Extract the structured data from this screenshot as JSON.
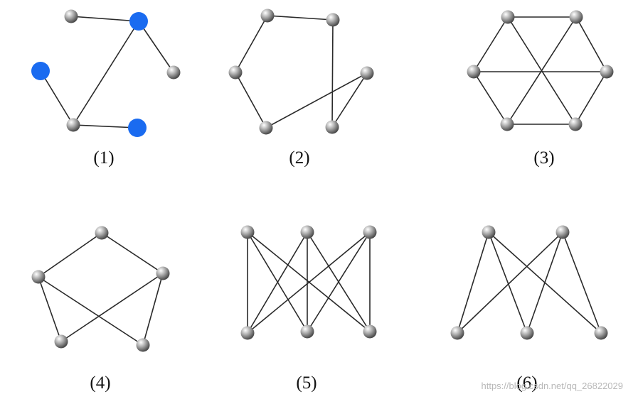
{
  "figure": {
    "graphs": [
      {
        "caption": "(1)",
        "highlighted_nodes": [
          "b",
          "c",
          "f"
        ],
        "nodes": [
          "a",
          "b",
          "c",
          "d",
          "e",
          "f"
        ],
        "edges": [
          [
            "a",
            "b"
          ],
          [
            "b",
            "d"
          ],
          [
            "b",
            "e"
          ],
          [
            "c",
            "e"
          ],
          [
            "e",
            "f"
          ]
        ]
      },
      {
        "caption": "(2)",
        "nodes": [
          "a",
          "b",
          "c",
          "d",
          "e",
          "f"
        ],
        "edges": [
          [
            "a",
            "b"
          ],
          [
            "b",
            "d"
          ],
          [
            "c",
            "d"
          ],
          [
            "a",
            "f"
          ],
          [
            "c",
            "e"
          ],
          [
            "e",
            "f"
          ]
        ]
      },
      {
        "caption": "(3)",
        "nodes": [
          "t1",
          "t2",
          "l",
          "r",
          "b1",
          "b2"
        ],
        "edges": [
          [
            "t1",
            "t2"
          ],
          [
            "t1",
            "l"
          ],
          [
            "t2",
            "r"
          ],
          [
            "l",
            "b1"
          ],
          [
            "r",
            "b2"
          ],
          [
            "b1",
            "b2"
          ],
          [
            "t1",
            "b2"
          ],
          [
            "t2",
            "b1"
          ],
          [
            "l",
            "r"
          ]
        ]
      },
      {
        "caption": "(4)",
        "nodes": [
          "top",
          "left",
          "right",
          "bl",
          "br"
        ],
        "edges": [
          [
            "top",
            "left"
          ],
          [
            "top",
            "right"
          ],
          [
            "left",
            "br"
          ],
          [
            "right",
            "bl"
          ],
          [
            "left",
            "bl"
          ],
          [
            "right",
            "br"
          ]
        ]
      },
      {
        "caption": "(5)",
        "nodes": [
          "u1",
          "u2",
          "u3",
          "v1",
          "v2",
          "v3"
        ],
        "edges": [
          [
            "u1",
            "v1"
          ],
          [
            "u1",
            "v2"
          ],
          [
            "u1",
            "v3"
          ],
          [
            "u2",
            "v1"
          ],
          [
            "u2",
            "v2"
          ],
          [
            "u2",
            "v3"
          ],
          [
            "u3",
            "v1"
          ],
          [
            "u3",
            "v2"
          ],
          [
            "u3",
            "v3"
          ]
        ]
      },
      {
        "caption": "(6)",
        "nodes": [
          "u1",
          "u2",
          "v1",
          "v2",
          "v3"
        ],
        "edges": [
          [
            "u1",
            "v1"
          ],
          [
            "u1",
            "v2"
          ],
          [
            "u1",
            "v3"
          ],
          [
            "u2",
            "v1"
          ],
          [
            "u2",
            "v2"
          ],
          [
            "u2",
            "v3"
          ]
        ]
      }
    ],
    "colors": {
      "node_gray": "#8e8e8e",
      "node_highlight": "#1a6bf0",
      "edge": "#2a2a2a"
    },
    "watermark": "https://blog.csdn.net/qq_26822029"
  }
}
